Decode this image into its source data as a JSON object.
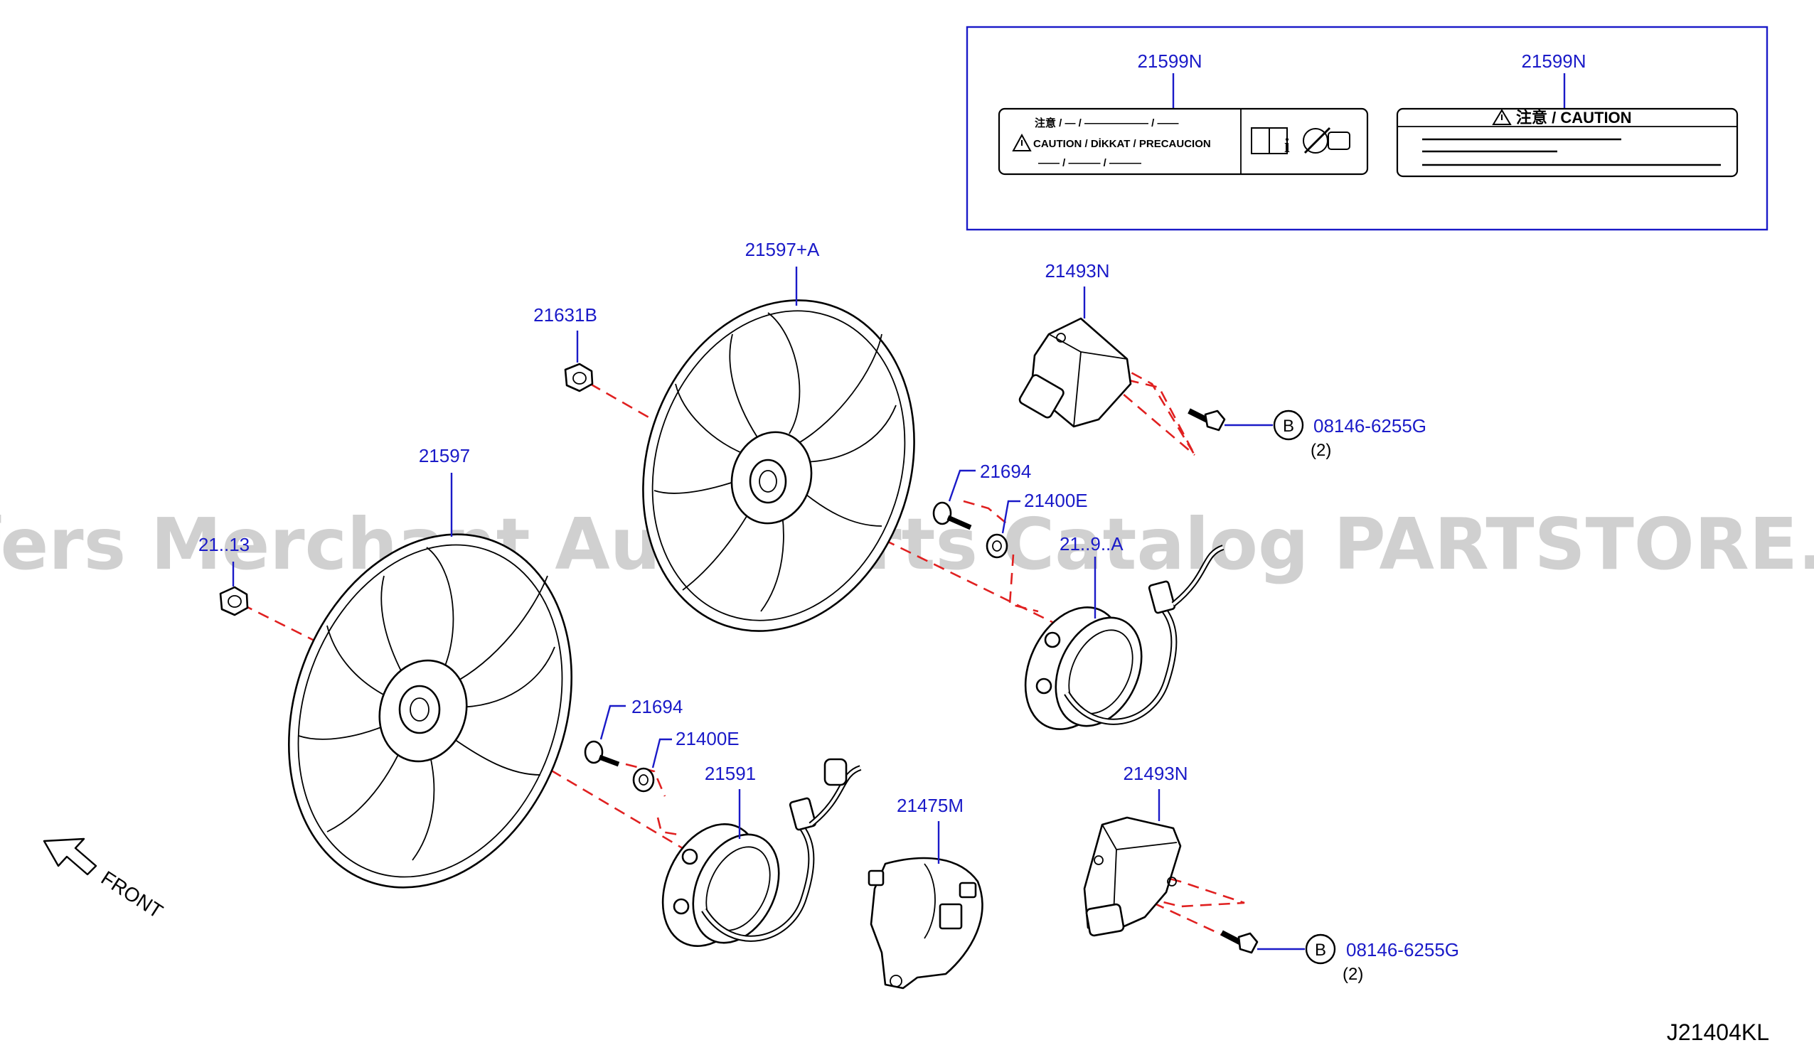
{
  "diagram": {
    "drawing_number": "J21404KL",
    "front_label": "FRONT",
    "watermark": "Offers Merchant Auto Parts Catalog PARTSTORE.SA",
    "caution_labels": {
      "left_part": "21599N",
      "right_part": "21599N",
      "left_line1": "注意 / — / —————— / ——",
      "left_line2": "CAUTION / DİKKAT / PRECAUCION",
      "left_line3": "—— / ——— / ———",
      "right_heading": "注意 / CAUTION"
    },
    "parts": {
      "fan_upper": "21597+A",
      "fan_lower": "21597",
      "nut_upper": "21631B",
      "nut_lower": "21..13",
      "controller_upper": "21493N",
      "controller_lower": "21493N",
      "bolt_ref_upper": "08146-6255G",
      "bolt_qty_upper": "(2)",
      "bolt_ref_lower": "08146-6255G",
      "bolt_qty_lower": "(2)",
      "screw_upper": "21694",
      "bushing_upper": "21400E",
      "motor_upper": "21..9..A",
      "screw_lower": "21694",
      "bushing_lower": "21400E",
      "motor_lower": "21591",
      "shroud_bracket": "21475M",
      "ref_letter": "B"
    }
  }
}
